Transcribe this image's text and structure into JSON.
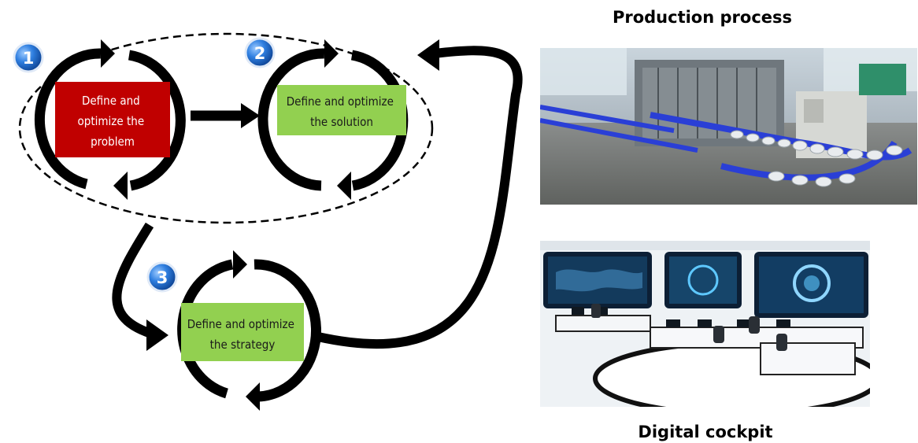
{
  "steps": [
    {
      "number": "1",
      "label_line1": "Define and",
      "label_line2": "optimize the",
      "label_line3": "problem",
      "box_color": "#c00000"
    },
    {
      "number": "2",
      "label_line1": "Define and optimize",
      "label_line2": "the solution",
      "box_color": "#92d050"
    },
    {
      "number": "3",
      "label_line1": "Define and optimize",
      "label_line2": "the strategy",
      "box_color": "#92d050"
    }
  ],
  "photos": {
    "production": {
      "title": "Production process"
    },
    "cockpit": {
      "title": "Digital cockpit"
    }
  },
  "colors": {
    "badge": "#1f6fd1",
    "arrow": "#000000"
  }
}
